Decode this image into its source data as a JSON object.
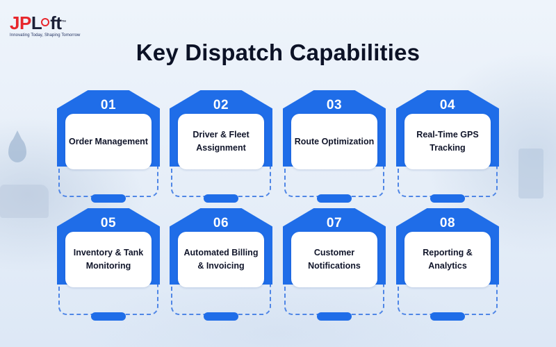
{
  "logo": {
    "brand_prefix": "JP",
    "brand_suffix_a": "L",
    "brand_suffix_b": "ft",
    "trademark": "™",
    "tagline": "Innovating Today, Shaping Tomorrow"
  },
  "title": "Key Dispatch Capabilities",
  "colors": {
    "accent_blue": "#1f6de8",
    "dash_blue": "#4f86e6",
    "logo_red": "#e7262c",
    "title_dark": "#0c1226"
  },
  "capabilities": [
    {
      "number": "01",
      "label": "Order Management"
    },
    {
      "number": "02",
      "label": "Driver & Fleet Assignment"
    },
    {
      "number": "03",
      "label": "Route Optimization"
    },
    {
      "number": "04",
      "label": "Real-Time GPS Tracking"
    },
    {
      "number": "05",
      "label": "Inventory & Tank Monitoring"
    },
    {
      "number": "06",
      "label": "Automated Billing & Invoicing"
    },
    {
      "number": "07",
      "label": "Customer Notifications"
    },
    {
      "number": "08",
      "label": "Reporting & Analytics"
    }
  ]
}
